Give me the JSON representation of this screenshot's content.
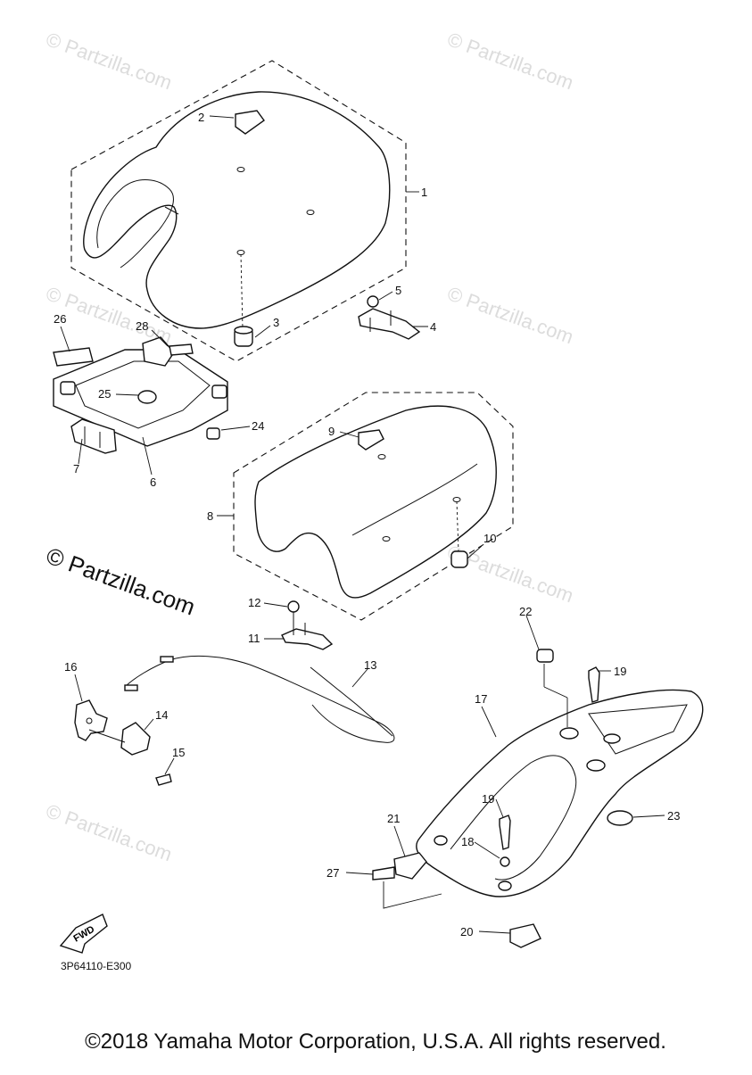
{
  "diagram": {
    "part_code": "3P64110-E300",
    "copyright": "©2018 Yamaha Motor Corporation, U.S.A. All rights reserved.",
    "fwd_label": "FWD",
    "watermark": "© Partzilla.com",
    "callouts": [
      "1",
      "2",
      "3",
      "4",
      "5",
      "6",
      "7",
      "8",
      "9",
      "10",
      "11",
      "12",
      "13",
      "14",
      "15",
      "16",
      "17",
      "18",
      "19",
      "19",
      "20",
      "21",
      "22",
      "23",
      "24",
      "25",
      "26",
      "27",
      "28"
    ]
  }
}
